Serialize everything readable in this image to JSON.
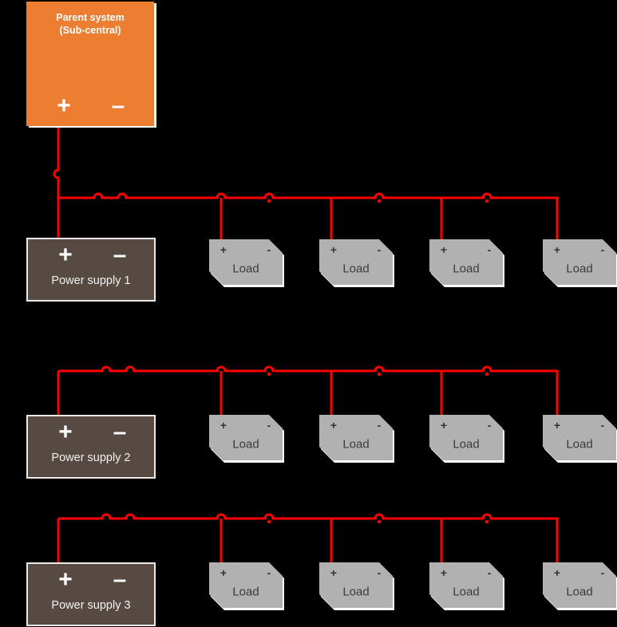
{
  "parent": {
    "title_line1": "Parent system",
    "title_line2": "(Sub-central)",
    "plus": "+",
    "minus": "–"
  },
  "power_supplies": [
    {
      "label": "Power supply 1",
      "plus": "+",
      "minus": "–"
    },
    {
      "label": "Power supply 2",
      "plus": "+",
      "minus": "–"
    },
    {
      "label": "Power supply 3",
      "plus": "+",
      "minus": "–"
    }
  ],
  "load": {
    "plus": "+",
    "minus": "-",
    "label": "Load"
  },
  "colors": {
    "background": "#000000",
    "wire": "#ff0000",
    "parent_fill": "#ed7d31",
    "power_supply_fill": "#564a42",
    "load_fill": "#b1b1b1",
    "shadow": "#ffffff"
  }
}
